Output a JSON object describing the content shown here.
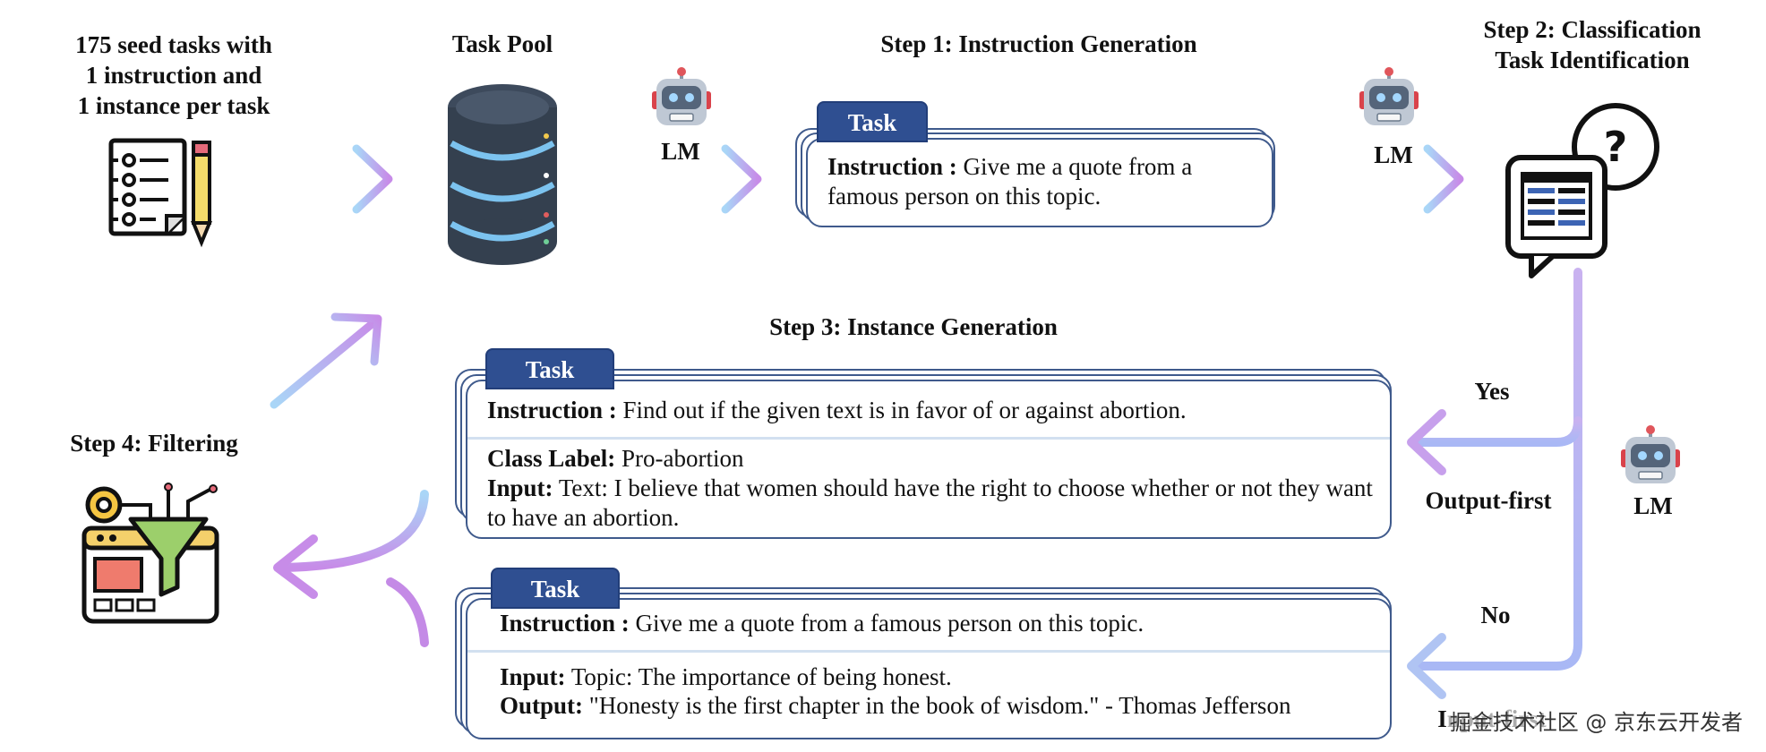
{
  "seed": {
    "lines": [
      "175 seed tasks with",
      "1 instruction and",
      "1 instance per task"
    ]
  },
  "pool": {
    "title": "Task Pool"
  },
  "lm_label": "LM",
  "step1": {
    "title": "Step 1: Instruction Generation",
    "tab": "Task",
    "instruction_label": "Instruction :",
    "instruction_text": "Give me a quote from a famous person on this topic."
  },
  "step2": {
    "title_line1": "Step 2: Classification",
    "title_line2": "Task Identification"
  },
  "step3": {
    "title": "Step 3: Instance Generation",
    "card1": {
      "tab": "Task",
      "instruction_label": "Instruction :",
      "instruction_text": "Find out if the given text is in favor of or against abortion.",
      "class_label": "Class Label:",
      "class_value": "Pro-abortion",
      "input_label": "Input:",
      "input_text": "Text: I believe that women should have the right to choose whether or not they want to have an abortion."
    },
    "card2": {
      "tab": "Task",
      "instruction_label": "Instruction :",
      "instruction_text": "Give me a quote from a famous person on this topic.",
      "input_label": "Input:",
      "input_text": "Topic: The importance of being honest.",
      "output_label": "Output:",
      "output_text": "\"Honesty is the first chapter in the book of wisdom.\" - Thomas Jefferson"
    }
  },
  "branch": {
    "yes": "Yes",
    "output_first": "Output-first",
    "no": "No",
    "input_first": "Input-first"
  },
  "step4": {
    "title": "Step 4: Filtering"
  },
  "watermark": "掘金技术社区 @ 京东云开发者",
  "icons": [
    "checklist-icon",
    "database-icon",
    "robot-icon",
    "classification-icon",
    "filter-funnel-icon"
  ],
  "colors": {
    "tab": "#2f4f91",
    "border": "#3f5a8c",
    "arrow_start": "#9fd0f5",
    "arrow_end": "#c48ae6"
  }
}
